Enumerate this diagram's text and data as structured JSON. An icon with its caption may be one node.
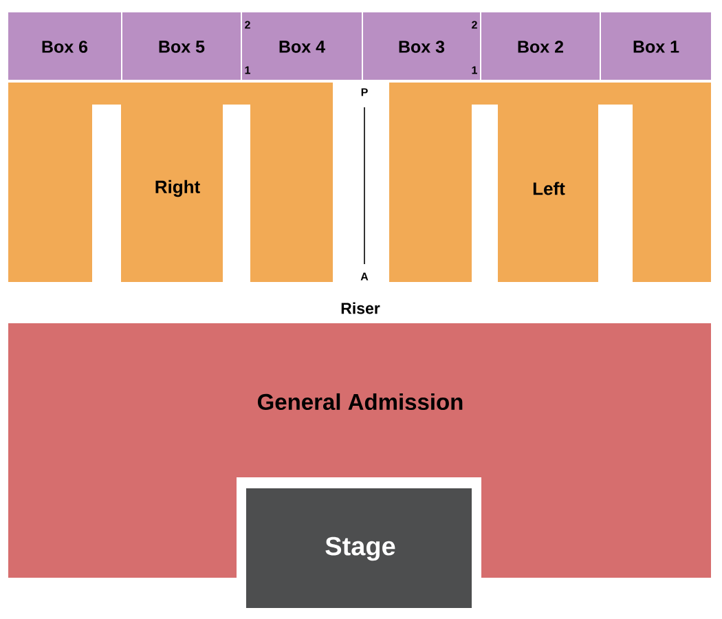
{
  "diagram": {
    "nodes": [
      {
        "text": [
          "Box 6"
        ]
      },
      {
        "text": [
          "Box 5"
        ]
      },
      {
        "text": [
          "Box 4"
        ]
      },
      {
        "text": [
          "Box 3"
        ]
      },
      {
        "text": [
          "Box 2"
        ]
      },
      {
        "text": [
          "Box 1"
        ]
      },
      {
        "text": [
          "Right"
        ]
      },
      {
        "text": [
          "Left"
        ]
      },
      {
        "text": [
          "General Admission"
        ]
      },
      {
        "text": [
          "Stage"
        ]
      }
    ],
    "edges": [],
    "labels": [
      "2",
      "2",
      "1",
      "1",
      "P",
      "A",
      "Riser"
    ]
  }
}
